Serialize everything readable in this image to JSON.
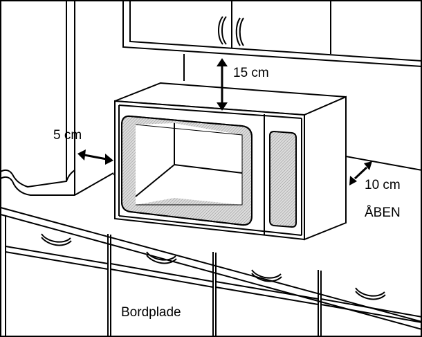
{
  "labels": {
    "top_clearance": "15 cm",
    "side_clearance": "5 cm",
    "back_clearance": "10 cm",
    "open_side": "ÅBEN",
    "countertop": "Bordplade"
  },
  "colors": {
    "line": "#000000",
    "background": "#ffffff",
    "screen_hatch": "#888888",
    "screen_bg": "#dcdcdc"
  }
}
